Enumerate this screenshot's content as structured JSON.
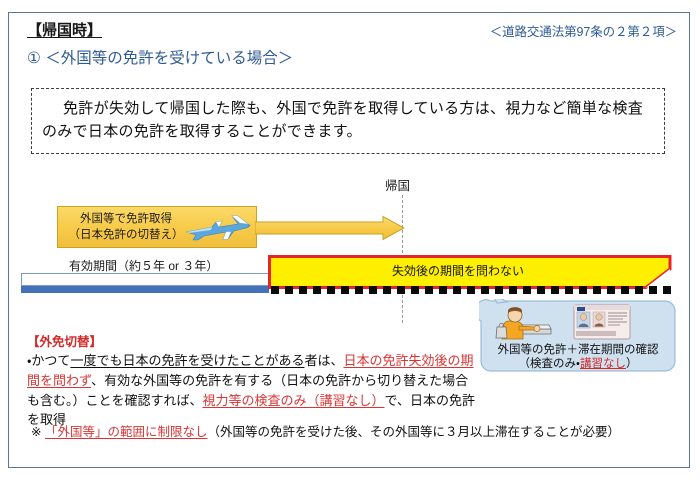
{
  "header": {
    "title": "【帰国時】",
    "legal_reference": "＜道路交通法第97条の２第２項＞",
    "subheading": "① ＜外国等の免許を受けている場合＞"
  },
  "summary": {
    "text": "免許が失効して帰国した際も、外国で免許を取得している方は、視力など簡単な検査のみで日本の免許を取得することができます。"
  },
  "diagram": {
    "return_label": "帰国",
    "abroad_box": {
      "line1": "外国等で免許取得",
      "line2": "（日本免許の切替え）",
      "icon": "airplane-icon"
    },
    "arrow_icon": "right-arrow-icon",
    "validity_label": "有効期間（約５年 or ３年）",
    "banner_text": "失効後の期間を問わない",
    "timeline_style": "dotted"
  },
  "callout": {
    "line1": "外国等の免許＋滞在期間の確認",
    "line2_prefix": "（検査のみ・",
    "line2_emphasis": "講習なし",
    "line2_suffix": "）",
    "figure_icon": "eye-test-icon",
    "card_icon": "drivers-license-card-icon"
  },
  "body": {
    "block_title": "【外免切替】",
    "bullet_marker": "・",
    "seg1": "かつて",
    "seg2_underline": "一度でも日本の免許を受けたことがある",
    "seg3": "者は、",
    "seg4_red": "日本の免許失効後の期間を問わず",
    "seg5": "、有効な外国等の免許を有する（日本の免許から切り替えた場合も含む。）ことを確認すれば、",
    "seg6_red": "視力等の検査のみ（講習なし）",
    "seg7": "で、日本の免許を取得"
  },
  "note": {
    "marker": "※",
    "red_text": "「外国等」の範囲に制限なし",
    "rest": "（外国等の免許を受けた後、その外国等に３月以上滞在することが必要）"
  },
  "colors": {
    "frame_border": "#5b7794",
    "heading_blue": "#2f5b93",
    "accent_red": "#d42a2a",
    "banner_yellow": "#ffef00",
    "banner_border_red": "#e8262a",
    "bar_blue": "#4472b8",
    "gold": "#f7ca47",
    "callout_blue": "#cfe0ef"
  }
}
